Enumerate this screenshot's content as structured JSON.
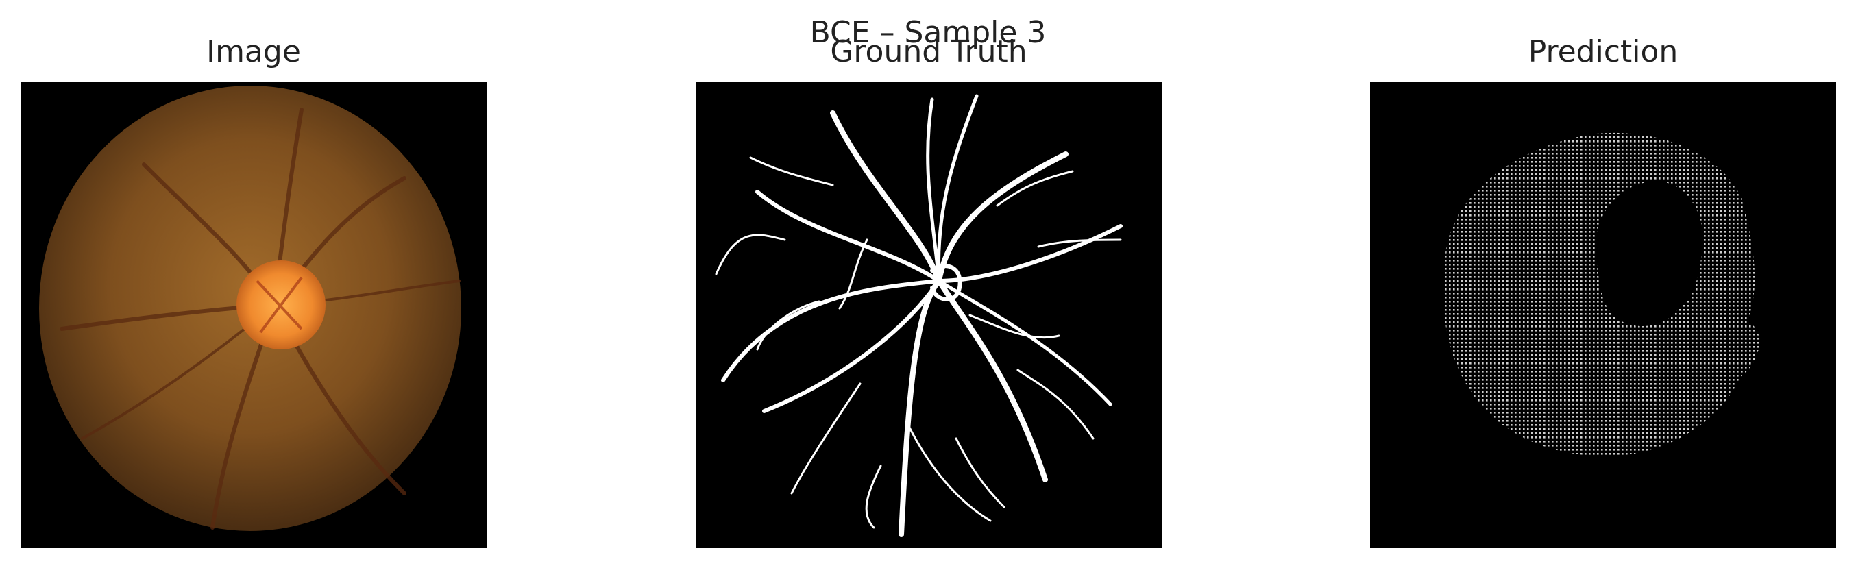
{
  "figure": {
    "suptitle": "BCE – Sample 3",
    "panels": [
      {
        "title": "Image",
        "icon": "fundus-image"
      },
      {
        "title": "Ground Truth",
        "icon": "vessel-mask"
      },
      {
        "title": "Prediction",
        "icon": "predicted-mask"
      }
    ]
  },
  "colors": {
    "background": "#000000",
    "vessel": "#ffffff",
    "fundus": "#7a4a1c",
    "optic_disc": "#f39a3a",
    "prediction_dots": "#cfcfcf"
  }
}
